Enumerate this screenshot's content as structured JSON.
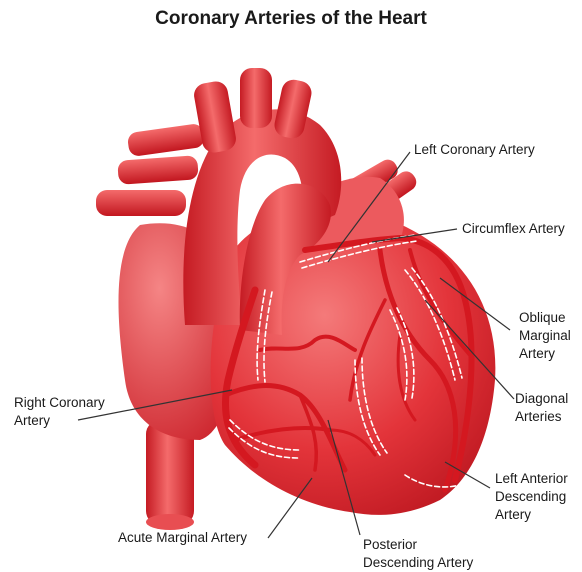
{
  "title": "Coronary Arteries of the Heart",
  "labels": {
    "left_coronary": [
      "Left Coronary Artery"
    ],
    "circumflex": [
      "Circumflex Artery"
    ],
    "oblique_marginal": [
      "Oblique",
      "Marginal",
      "Artery"
    ],
    "diagonal": [
      "Diagonal",
      "Arteries"
    ],
    "lad": [
      "Left Anterior",
      "Descending",
      "Artery"
    ],
    "posterior_descending": [
      "Posterior",
      "Descending Artery"
    ],
    "acute_marginal": [
      "Acute Marginal Artery"
    ],
    "right_coronary": [
      "Right Coronary",
      "Artery"
    ]
  },
  "colors": {
    "heart_light": "#f26a6a",
    "heart_mid": "#e0282c",
    "heart_dark": "#b5121b",
    "artery": "#d81820",
    "dash": "#ffffff",
    "leader": "#333333"
  }
}
